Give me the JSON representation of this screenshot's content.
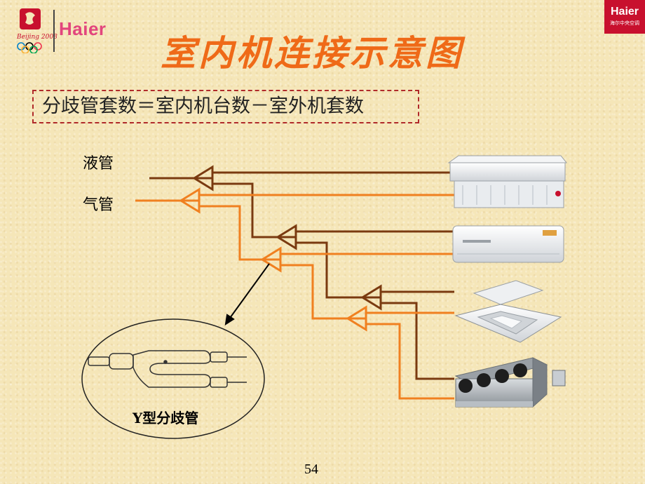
{
  "header": {
    "olympic_text": "Beijing 2008",
    "brand_left": "Haier",
    "brand_right": "Haier",
    "brand_right_sub": "海尔中央空调"
  },
  "title": "室内机连接示意图",
  "formula": "分歧管套数＝室内机台数－室外机套数",
  "labels": {
    "liquid_pipe": "液管",
    "gas_pipe": "气管",
    "y_branch": "Y型分歧管"
  },
  "colors": {
    "liquid_pipe": "#7a3a10",
    "gas_pipe": "#f08020",
    "title": "#ef6a18",
    "formula_border": "#b02a2a"
  },
  "page_number": "54"
}
